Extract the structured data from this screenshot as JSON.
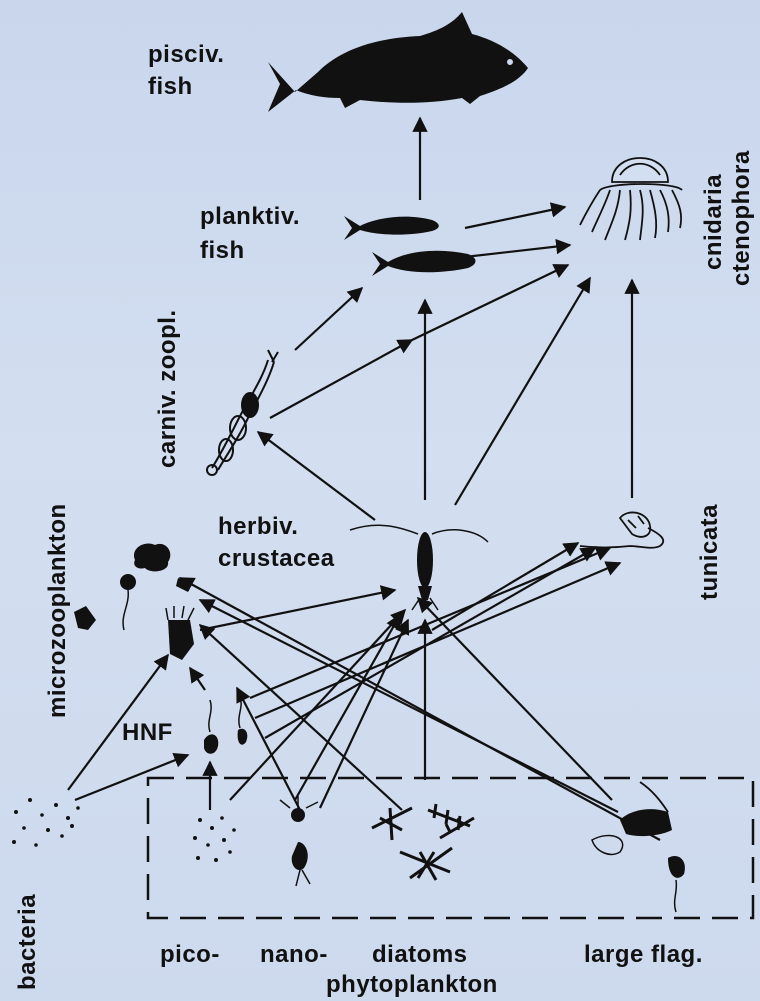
{
  "labels": {
    "pisciv": "pisciv.",
    "pisciv_fish": "fish",
    "planktiv": "planktiv.",
    "planktiv_fish": "fish",
    "cnidaria": "cnidaria",
    "ctenophora": "ctenophora",
    "carniv": "carniv. zoopl.",
    "microzoo": "microzooplankton",
    "herbiv": "herbiv.",
    "crustacea": "crustacea",
    "tunicata": "tunicata",
    "hnf": "HNF",
    "bacteria": "bacteria",
    "pico": "pico-",
    "nano": "nano-",
    "diatoms": "diatoms",
    "large_flag": "large flag.",
    "phytoplankton": "phytoplankton"
  },
  "icons": [
    "piscivorous-fish-icon",
    "planktivorous-fish-icon",
    "jellyfish-icon",
    "carnivorous-zooplankton-icon",
    "copepod-icon",
    "tunicate-icon",
    "ciliate-icon",
    "hnf-icon",
    "bacteria-dots-icon",
    "picoplankton-icon",
    "nanoplankton-icon",
    "diatom-icon",
    "large-flagellate-icon"
  ],
  "colors": {
    "ink": "#111111",
    "background": "#cdd9ed"
  }
}
